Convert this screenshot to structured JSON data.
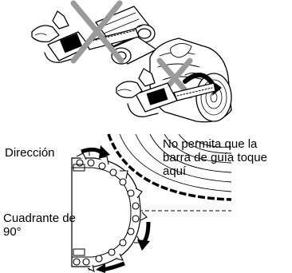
{
  "labels": {
    "warning": [
      "No permita que la",
      "barra de guía toque",
      "aquí"
    ],
    "direction": "Dirección",
    "quadrant": [
      "Cuadrante de",
      "90°"
    ]
  },
  "colors": {
    "ink": "#000000",
    "prohibit": "#9a9a9a",
    "paper": "#ffffff"
  },
  "icons": [
    "chainsaw-icon",
    "log-icon",
    "prohibited-cross-icon",
    "direction-arrow-icon"
  ]
}
